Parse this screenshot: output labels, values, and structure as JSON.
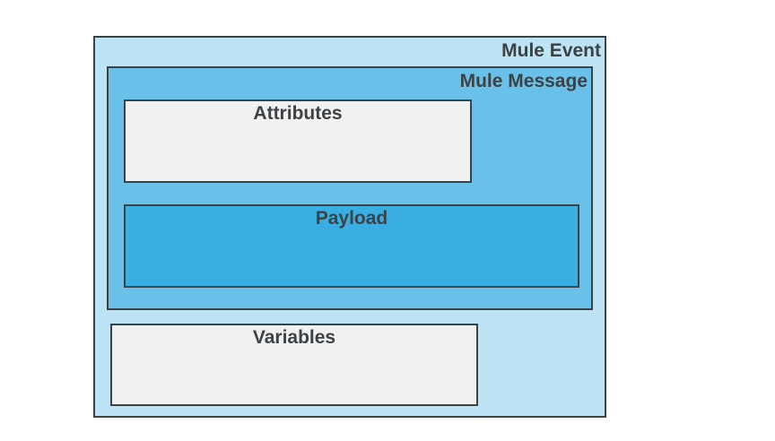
{
  "diagram": {
    "mule_event": {
      "label": "Mule Event",
      "color": "#bde3f4"
    },
    "mule_message": {
      "label": "Mule Message",
      "color": "#69c0e8"
    },
    "attributes": {
      "label": "Attributes",
      "color": "#f1f1f1"
    },
    "payload": {
      "label": "Payload",
      "color": "#3aade3"
    },
    "variables": {
      "label": "Variables",
      "color": "#f1f1f1"
    },
    "border_color": "#3d4245",
    "text_color": "#3d4245"
  }
}
